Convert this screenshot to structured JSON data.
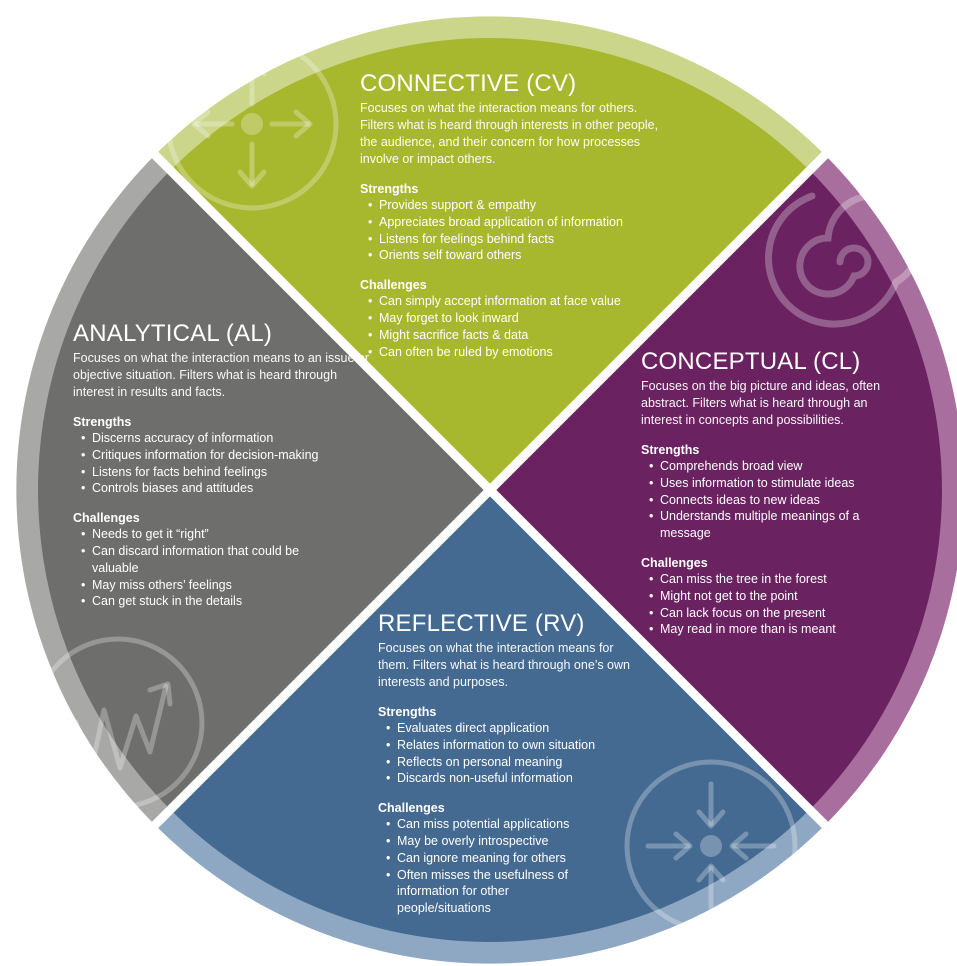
{
  "colors": {
    "connective": "#a8b82e",
    "connective_outer": "#cbd68a",
    "conceptual": "#6a2260",
    "conceptual_outer": "#a86f9e",
    "reflective": "#446a91",
    "reflective_outer": "#8ea7c2",
    "analytical": "#6e6e6c",
    "analytical_outer": "#a8a8a6"
  },
  "quadrants": {
    "connective": {
      "title": "CONNECTIVE (CV)",
      "description": "Focuses on what the interaction means for others. Filters what is heard through interests in other people, the audience, and their concern for how processes involve or impact others.",
      "strengths_label": "Strengths",
      "strengths": [
        "Provides support & empathy",
        "Appreciates broad application of information",
        "Listens for feelings behind facts",
        "Orients self toward others"
      ],
      "challenges_label": "Challenges",
      "challenges": [
        "Can simply accept information at face value",
        "May forget to look inward",
        "Might sacrifice facts & data",
        "Can often be ruled by emotions"
      ],
      "icon": "four-arrows-outward-icon"
    },
    "analytical": {
      "title": "ANALYTICAL (AL)",
      "description": "Focuses on what the interaction means to an issue or objective situation. Filters what is heard through interest in results and facts.",
      "strengths_label": "Strengths",
      "strengths": [
        "Discerns accuracy of information",
        "Critiques information for decision-making",
        "Listens for facts behind feelings",
        "Controls biases and attitudes"
      ],
      "challenges_label": "Challenges",
      "challenges": [
        "Needs to get it “right”",
        "Can discard information that could be valuable",
        "May miss others’ feelings",
        "Can get stuck in the details"
      ],
      "icon": "zigzag-arrow-icon"
    },
    "conceptual": {
      "title": "CONCEPTUAL (CL)",
      "description": "Focuses on the big picture and ideas, often abstract. Filters what is heard through an interest in concepts and possibilities.",
      "strengths_label": "Strengths",
      "strengths": [
        "Comprehends broad view",
        "Uses information to stimulate ideas",
        "Connects ideas to new ideas",
        "Understands multiple meanings of a message"
      ],
      "challenges_label": "Challenges",
      "challenges": [
        "Can miss the tree in the forest",
        "Might not get to the point",
        "Can lack focus on the present",
        "May read in more than is meant"
      ],
      "icon": "spiral-icon"
    },
    "reflective": {
      "title": "REFLECTIVE (RV)",
      "description": "Focuses on what the interaction means for them. Filters what is heard through one’s own interests and purposes.",
      "strengths_label": "Strengths",
      "strengths": [
        "Evaluates direct application",
        "Relates information to own situation",
        "Reflects on personal meaning",
        "Discards non-useful information"
      ],
      "challenges_label": "Challenges",
      "challenges": [
        "Can miss potential applications",
        "May be overly introspective",
        "Can ignore meaning for others",
        "Often misses the usefulness of information for other people/situations"
      ],
      "icon": "four-arrows-inward-icon"
    }
  }
}
